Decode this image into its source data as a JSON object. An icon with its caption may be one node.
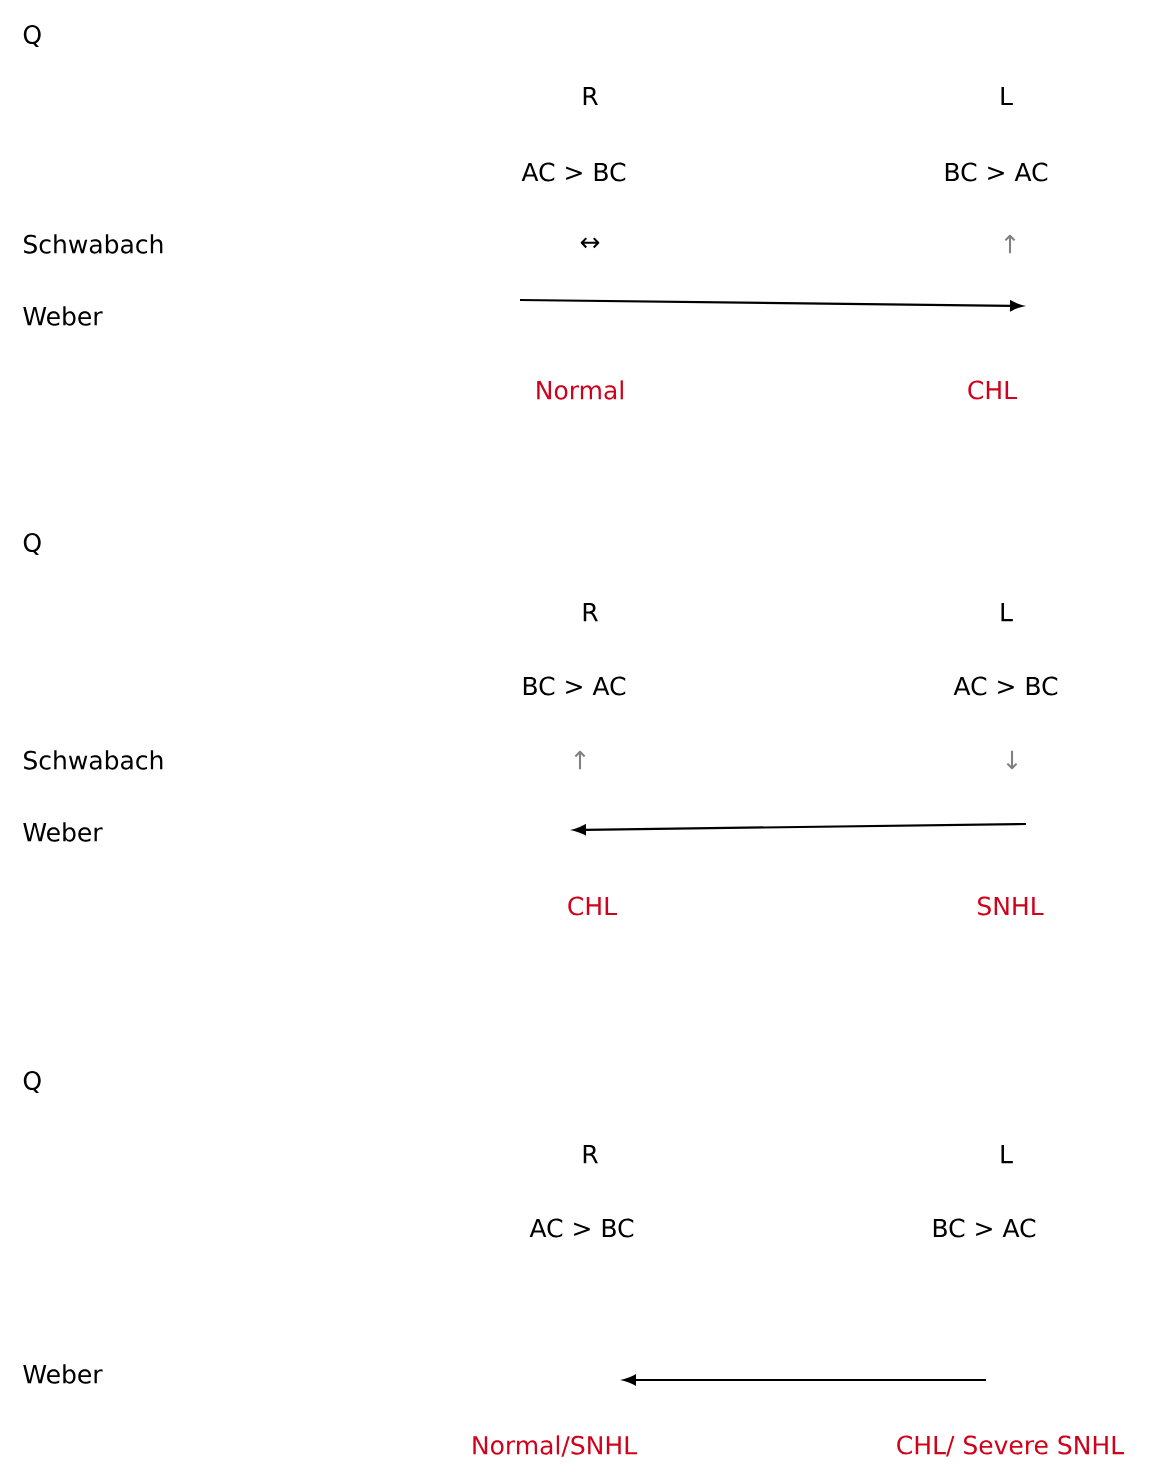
{
  "diagram": {
    "labels": [
      "Q",
      "R",
      "L",
      "AC > BC",
      "BC > AC",
      "Schwabach",
      "↔",
      "↑",
      "Weber",
      "Normal",
      "CHL",
      "Q",
      "R",
      "L",
      "BC > AC",
      "AC > BC",
      "Schwabach",
      "↑",
      "↓",
      "Weber",
      "CHL",
      "SNHL",
      "Q",
      "R",
      "L",
      "AC > BC",
      "BC > AC",
      "Weber",
      "Normal/SNHL",
      "CHL/ Severe SNHL"
    ]
  }
}
